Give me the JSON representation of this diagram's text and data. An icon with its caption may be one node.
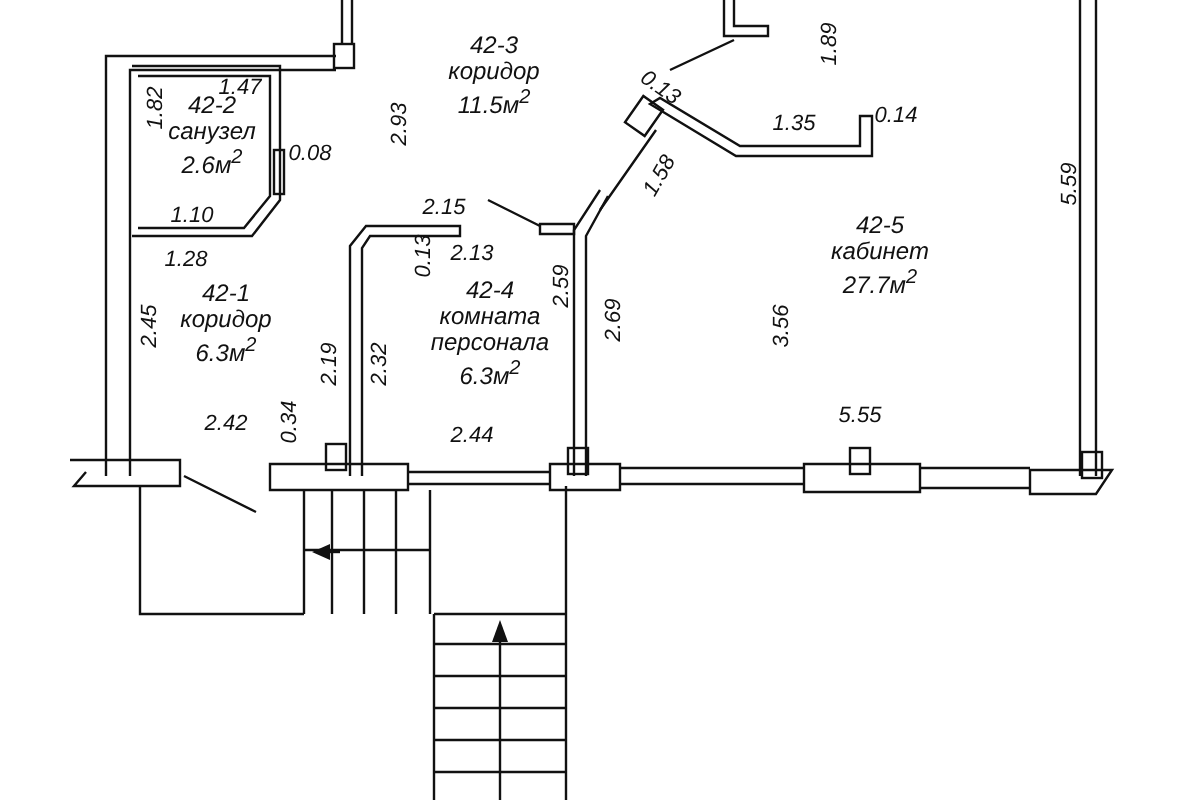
{
  "diagram": {
    "nodes": [
      {
        "text": [
          "42-3 коридор 11.5м$^{2}$"
        ]
      },
      {
        "text": [
          "42-2 санузел 2.6м$^{2}$"
        ]
      },
      {
        "text": [
          "42-5 кабинет 27.7м$^{2}$"
        ]
      },
      {
        "text": [
          "42-1 коридор 6.3м$^{2}$"
        ]
      },
      {
        "text": [
          "42-4 комната персонала 6.3м$^{2}$"
        ]
      }
    ],
    "edges": [],
    "labels": [
      "1.47",
      "1.82",
      "2.93",
      "1.89",
      "0.13",
      "1.35",
      "0.14",
      "0.08",
      "1.58",
      "5.59",
      "1.10",
      "2.15",
      "1.28",
      "0.13",
      "2.13",
      "2.59",
      "2.45",
      "2.69",
      "3.56",
      "2.19",
      "2.32",
      "0.34",
      "2.42",
      "2.44",
      "5.55"
    ]
  }
}
